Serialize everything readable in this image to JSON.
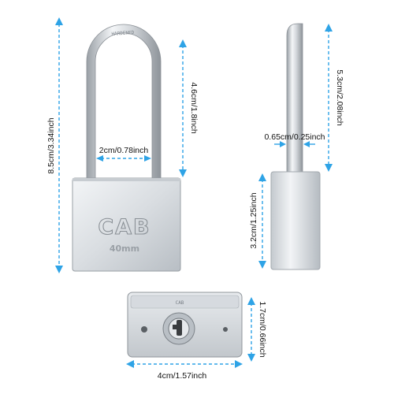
{
  "product": {
    "brand_engraving": "CAB",
    "size_engraving": "40mm",
    "shackle_engraving": "HARDENED"
  },
  "dimensions": {
    "total_height": "8.5cm/3.34inch",
    "shackle_clearance": "4.6cm/1.8inch",
    "shackle_inner_width": "2cm/0.78inch",
    "shackle_side_height": "5.3cm/2.08inch",
    "shackle_diameter": "0.65cm/0.25inch",
    "body_height": "3.2cm/1.25inch",
    "body_width": "4cm/1.57inch",
    "body_thickness": "1.7cm/0.66inch"
  },
  "colors": {
    "dimension_line": "#2ea3e6",
    "label_text": "#111111",
    "metal_light": "#eef0f2",
    "metal_mid": "#c9ced3",
    "metal_dark": "#8f959b"
  }
}
